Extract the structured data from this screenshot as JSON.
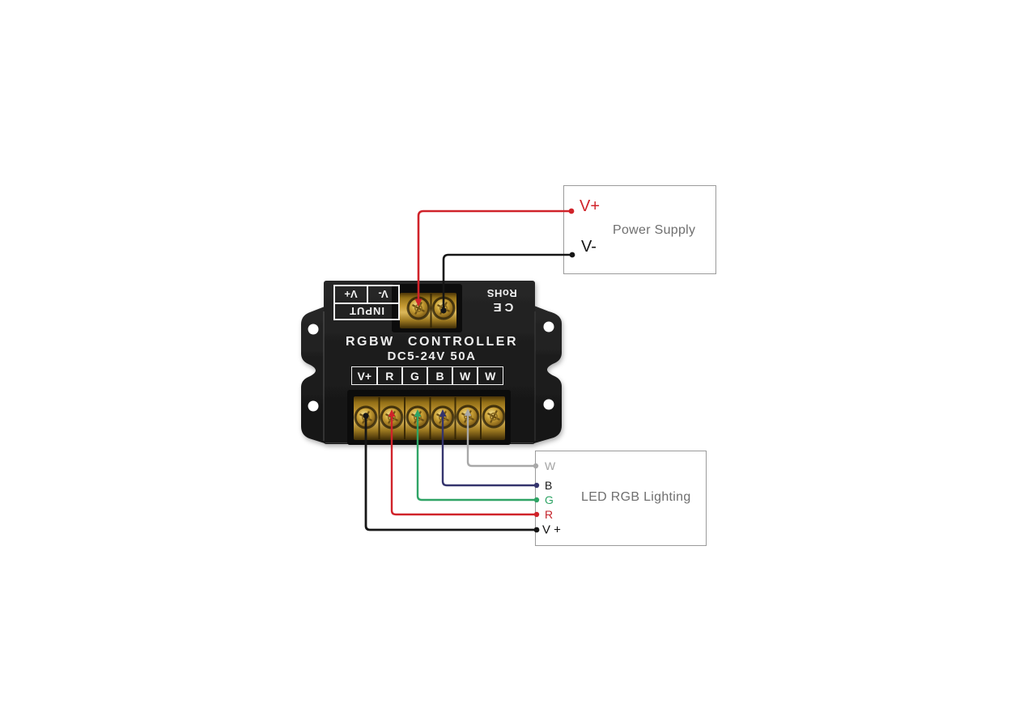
{
  "device": {
    "name_left": "RGBW",
    "name_right": "CONTROLLER",
    "spec": "DC5-24V 50A",
    "input": {
      "label": "INPUT",
      "vplus": "V+",
      "vminus": "V-"
    },
    "certs": {
      "rohs": "RoHS",
      "ce": "CE"
    },
    "outputs": [
      "V+",
      "R",
      "G",
      "B",
      "W",
      "W"
    ]
  },
  "power_supply": {
    "title": "Power Supply",
    "vplus": "V+",
    "vminus": "V-"
  },
  "led": {
    "title": "LED RGB Lighting",
    "w": "W",
    "b": "B",
    "g": "G",
    "r": "R",
    "vplus": "V +"
  },
  "colors": {
    "wire_red": "#d0232a",
    "wire_black": "#161616",
    "wire_green": "#2fa465",
    "wire_blue": "#34346d",
    "wire_gray": "#a8a8a8",
    "box_border": "#9b9b9b",
    "box_text": "#6f6f6f",
    "device_body": "#1d1d1d",
    "brass": "#c79b35",
    "label_white": "#f2f2f2"
  }
}
